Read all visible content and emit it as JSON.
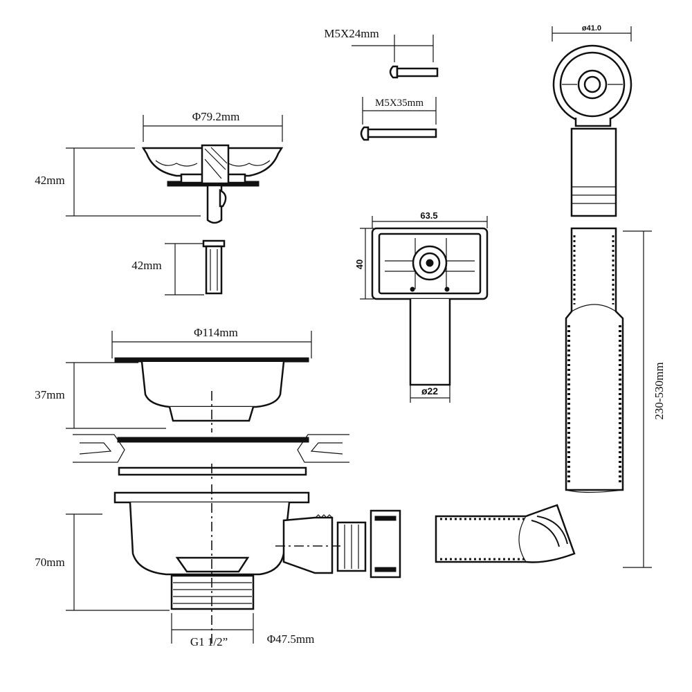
{
  "dimensions": {
    "basket_diameter": "Φ79.2mm",
    "basket_height": "42mm",
    "stem_height": "42mm",
    "bowl_diameter": "Φ114mm",
    "bowl_height": "37mm",
    "body_height": "70mm",
    "thread": "G1 1/2”",
    "outlet_diameter": "Φ47.5mm",
    "screw_short": "M5X24mm",
    "screw_long": "M5X35mm",
    "overflow_width": "63.5",
    "overflow_height": "40",
    "overflow_pipe": "ø22",
    "elbow_diameter": "ø41.0",
    "hose_length": "230-530mm"
  }
}
